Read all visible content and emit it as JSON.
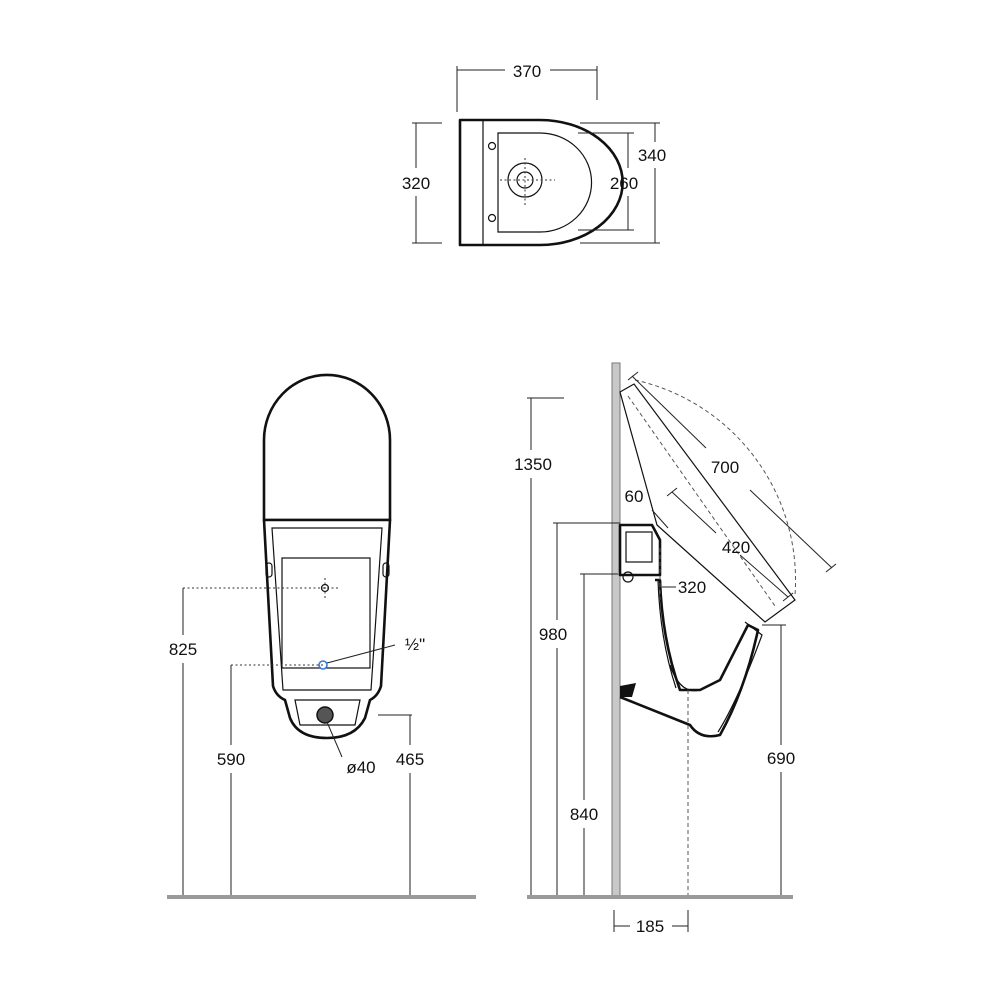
{
  "top_view": {
    "width": "370",
    "depth_outer": "340",
    "depth_bowl": "260",
    "side_height": "320"
  },
  "front_view": {
    "height_825": "825",
    "height_590": "590",
    "height_465": "465",
    "inlet_label": "½\"",
    "outlet_label": "ø40"
  },
  "side_view": {
    "height_1350": "1350",
    "height_980": "980",
    "height_840": "840",
    "height_690": "690",
    "lid_700": "700",
    "lid_420": "420",
    "dim_60": "60",
    "dim_320": "320",
    "dim_185": "185"
  },
  "colors": {
    "line": "#111111",
    "floor": "#9a9a9a",
    "wall": "#c8c8c8",
    "inlet_accent": "#3a7bd5"
  }
}
